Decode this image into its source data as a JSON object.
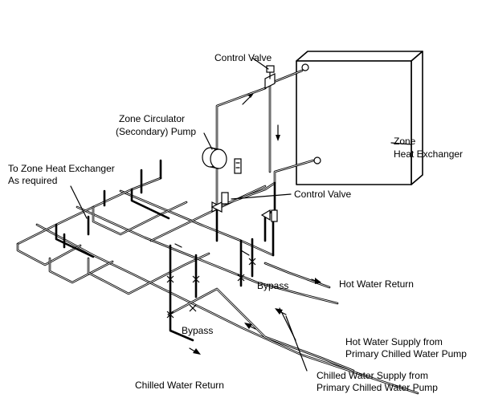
{
  "labels": {
    "control_valve_top": "Control Valve",
    "control_valve_mid": "Control Valve",
    "zone_circulator_line1": "Zone Circulator",
    "zone_circulator_line2": "(Secondary) Pump",
    "zone_heat_exchanger_line1": "Zone",
    "zone_heat_exchanger_line2": "Heat Exchanger",
    "to_zone_line1": "To Zone Heat Exchanger",
    "to_zone_line2": "As required",
    "bypass_right": "Bypass",
    "bypass_left": "Bypass",
    "hot_water_return": "Hot Water Return",
    "hot_water_supply_line1": "Hot Water Supply from",
    "hot_water_supply_line2": "Primary Chilled Water Pump",
    "chilled_water_supply_line1": "Chilled Water Supply from",
    "chilled_water_supply_line2": "Primary Chilled Water Pump",
    "chilled_water_return": "Chilled Water Return"
  },
  "icons": {
    "pump": "pump-icon",
    "control_valve": "valve-icon",
    "heat_exchanger": "heat-exchanger-icon",
    "flow_arrow": "arrow-icon"
  },
  "colors": {
    "line": "#000000",
    "background": "#ffffff"
  }
}
